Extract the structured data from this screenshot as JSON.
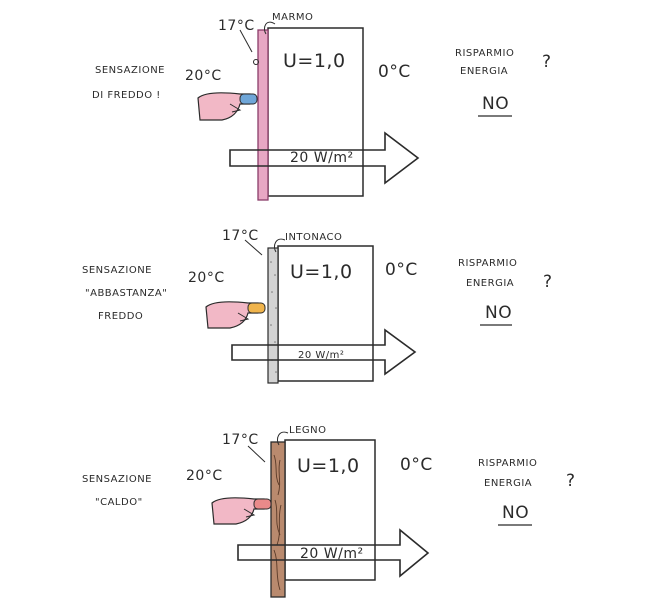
{
  "panels": [
    {
      "inner_temp": "17°C",
      "material": "MARMO",
      "room_temp": "20°C",
      "u_value": "U=1,0",
      "outside_temp": "0°C",
      "flux": "20 W/m²",
      "sensation": [
        "SENSAZIONE",
        "DI FREDDO !"
      ],
      "question": [
        "RISPARMIO",
        "ENERGIA"
      ],
      "qmark": "?",
      "answer": "NO",
      "layer_color": "#e8a7c4",
      "finger_color": "#6fa6d8"
    },
    {
      "inner_temp": "17°C",
      "material": "INTONACO",
      "room_temp": "20°C",
      "u_value": "U=1,0",
      "outside_temp": "0°C",
      "flux": "20 W/m²",
      "sensation": [
        "SENSAZIONE",
        "\"ABBASTANZA\"",
        "FREDDO"
      ],
      "question": [
        "RISPARMIO",
        "ENERGIA"
      ],
      "qmark": "?",
      "answer": "NO",
      "layer_color": "#c9c9c9",
      "finger_color": "#f0b44c"
    },
    {
      "inner_temp": "17°C",
      "material": "LEGNO",
      "room_temp": "20°C",
      "u_value": "U=1,0",
      "outside_temp": "0°C",
      "flux": "20 W/m²",
      "sensation": [
        "SENSAZIONE",
        "\"CALDO\""
      ],
      "question": [
        "RISPARMIO",
        "ENERGIA"
      ],
      "qmark": "?",
      "answer": "NO",
      "layer_color": "#b98a6e",
      "finger_color": "#e98a8a"
    }
  ],
  "colors": {
    "ink": "#2b2b2b",
    "hand_skin": "#f2b8c6"
  }
}
